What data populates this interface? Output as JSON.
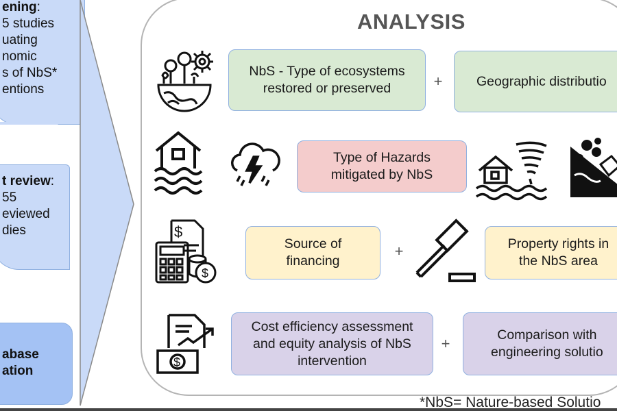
{
  "left_steps": [
    {
      "lines": [
        {
          "text": "ening",
          "bold": true,
          "suffix": ":"
        },
        {
          "text": "5 studies"
        },
        {
          "text": "uating"
        },
        {
          "text": "nomic"
        },
        {
          "text": "s of NbS*"
        },
        {
          "text": "entions"
        }
      ]
    },
    {
      "lines": [
        {
          "text": "t review",
          "bold": true,
          "suffix": ":"
        },
        {
          "text": "55"
        },
        {
          "text": "eviewed"
        },
        {
          "text": "dies"
        }
      ]
    },
    {
      "lines": [
        {
          "text": "abase",
          "bold": true
        },
        {
          "text": "ation",
          "bold": true
        }
      ]
    }
  ],
  "analysis": {
    "title": "ANALYSIS",
    "rows": [
      {
        "boxes": [
          {
            "text_lines": [
              "NbS - Type of ecosystems",
              "restored or preserved"
            ]
          },
          {
            "text_lines": [
              "Geographic distributio"
            ]
          }
        ],
        "connector": "+"
      },
      {
        "boxes": [
          {
            "text_lines": [
              "Type of Hazards",
              "mitigated by NbS"
            ]
          }
        ]
      },
      {
        "boxes": [
          {
            "text_lines": [
              "Source of",
              "financing"
            ]
          },
          {
            "text_lines": [
              "Property rights in",
              "the NbS area"
            ]
          }
        ],
        "connector": "+"
      },
      {
        "boxes": [
          {
            "text_lines": [
              "Cost efficiency assessment",
              "and equity analysis of NbS",
              "intervention"
            ]
          },
          {
            "text_lines": [
              "Comparison with",
              "engineering solutio"
            ]
          }
        ],
        "connector": "+"
      }
    ]
  },
  "icons": [
    "ecosystem-globe-icon",
    "gear-icon",
    "flooded-house-icon",
    "storm-cloud-icon",
    "house-tornado-flood-icon",
    "landslide-icon",
    "financial-document-calculator-icon",
    "gavel-icon",
    "cost-report-icon"
  ],
  "colors": {
    "left_box": "#c9daf8",
    "green": "#d9ead3",
    "red": "#f4cccc",
    "yellow": "#fff2cc",
    "purple": "#d9d2e9",
    "border": "#8fb0e0"
  },
  "footnote": "*NbS= Nature-based Solutio"
}
